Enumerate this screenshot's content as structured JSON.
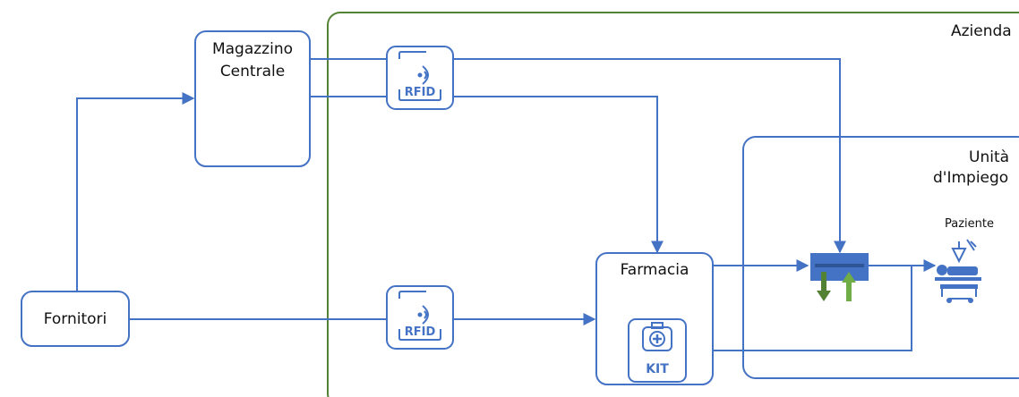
{
  "regions": {
    "azienda": "Azienda",
    "unita_line1": "Unità",
    "unita_line2": "d'Impiego"
  },
  "nodes": {
    "magazzino_line1": "Magazzino",
    "magazzino_line2": "Centrale",
    "fornitori": "Fornitori",
    "farmacia": "Farmacia",
    "paziente": "Paziente"
  },
  "icons": {
    "rfid_top": "RFID",
    "rfid_bottom": "RFID",
    "kit": "KIT"
  },
  "colors": {
    "connector": "#4472c4",
    "azienda_border": "#548235",
    "arrow_down": "#548235",
    "arrow_up": "#70ad47"
  }
}
